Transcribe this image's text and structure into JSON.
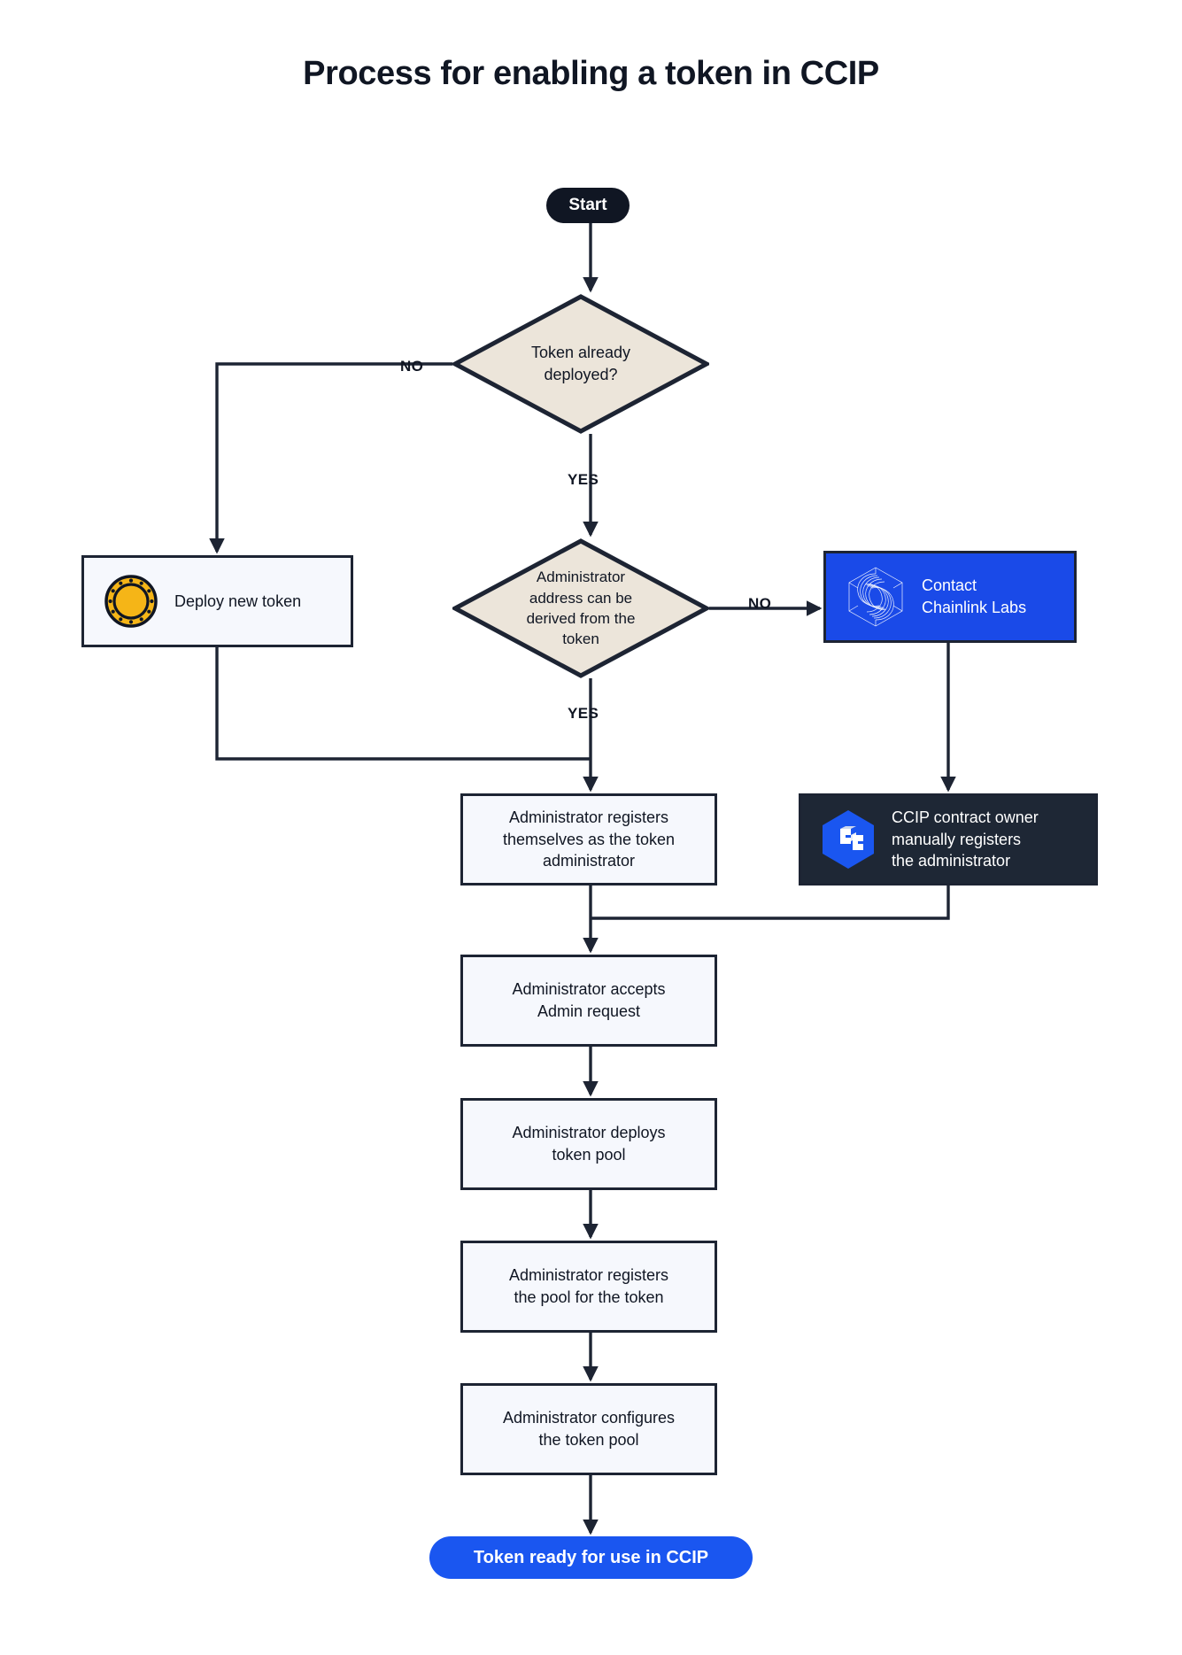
{
  "page": {
    "title": "Process for enabling a token in CCIP",
    "background_color": "#ffffff"
  },
  "colors": {
    "ink": "#101623",
    "stroke": "#1d2433",
    "process_fill": "#f6f8fd",
    "decision_fill": "#ece5da",
    "chainlink_blue": "#1a4ae8",
    "cta_blue": "#1a56f0",
    "dark_navy": "#1e2735",
    "coin_gold": "#f5b517"
  },
  "nodes": {
    "start": {
      "label": "Start",
      "shape": "pill",
      "fill": "#101623",
      "text_color": "#ffffff"
    },
    "token_deployed": {
      "label": "Token already deployed?",
      "lines": [
        "Token already",
        "deployed?"
      ],
      "shape": "diamond",
      "fill": "#ece5da"
    },
    "deploy_token": {
      "label": "Deploy new token",
      "lines": [
        "Deploy new token"
      ],
      "shape": "process",
      "fill": "#f6f8fd",
      "icon": "gold-coin-icon"
    },
    "admin_derived": {
      "label": "Administrator address can be derived from the token",
      "lines": [
        "Administrator",
        "address can be",
        "derived from the",
        "token"
      ],
      "shape": "diamond",
      "fill": "#ece5da"
    },
    "contact_labs": {
      "label": "Contact Chainlink Labs",
      "lines": [
        "Contact",
        "Chainlink Labs"
      ],
      "shape": "process",
      "fill": "#1a4ae8",
      "text_color": "#ffffff",
      "icon": "chainlink-labs-logo-icon"
    },
    "register_admin": {
      "label": "Administrator registers themselves as the token administrator",
      "lines": [
        "Administrator registers",
        "themselves as the token",
        "administrator"
      ],
      "shape": "process",
      "fill": "#f6f8fd"
    },
    "ccip_owner": {
      "label": "CCIP contract owner manually registers the administrator",
      "lines": [
        "CCIP contract owner",
        "manually registers",
        "the administrator"
      ],
      "shape": "process",
      "fill": "#1e2735",
      "text_color": "#ffffff",
      "icon": "ccip-hexagon-logo-icon"
    },
    "accept_admin": {
      "label": "Administrator accepts Admin request",
      "lines": [
        "Administrator accepts",
        "Admin request"
      ],
      "shape": "process",
      "fill": "#f6f8fd"
    },
    "deploy_pool": {
      "label": "Administrator deploys token pool",
      "lines": [
        "Administrator deploys",
        "token pool"
      ],
      "shape": "process",
      "fill": "#f6f8fd"
    },
    "register_pool": {
      "label": "Administrator registers the pool for the token",
      "lines": [
        "Administrator registers",
        "the pool for the token"
      ],
      "shape": "process",
      "fill": "#f6f8fd"
    },
    "configure_pool": {
      "label": "Administrator configures the token pool",
      "lines": [
        "Administrator configures",
        "the token pool"
      ],
      "shape": "process",
      "fill": "#f6f8fd"
    },
    "end": {
      "label": "Token ready for use in CCIP",
      "shape": "pill",
      "fill": "#1a56f0",
      "text_color": "#ffffff"
    }
  },
  "edge_labels": {
    "token_deployed_no": "NO",
    "token_deployed_yes": "YES",
    "admin_derived_no": "NO",
    "admin_derived_yes": "YES"
  },
  "edges": [
    {
      "from": "start",
      "to": "token_deployed",
      "label": ""
    },
    {
      "from": "token_deployed",
      "to": "deploy_token",
      "label": "NO"
    },
    {
      "from": "token_deployed",
      "to": "admin_derived",
      "label": "YES"
    },
    {
      "from": "deploy_token",
      "to": "register_admin",
      "label": ""
    },
    {
      "from": "admin_derived",
      "to": "contact_labs",
      "label": "NO"
    },
    {
      "from": "admin_derived",
      "to": "register_admin",
      "label": "YES"
    },
    {
      "from": "contact_labs",
      "to": "ccip_owner",
      "label": ""
    },
    {
      "from": "ccip_owner",
      "to": "accept_admin",
      "label": ""
    },
    {
      "from": "register_admin",
      "to": "accept_admin",
      "label": ""
    },
    {
      "from": "accept_admin",
      "to": "deploy_pool",
      "label": ""
    },
    {
      "from": "deploy_pool",
      "to": "register_pool",
      "label": ""
    },
    {
      "from": "register_pool",
      "to": "configure_pool",
      "label": ""
    },
    {
      "from": "configure_pool",
      "to": "end",
      "label": ""
    }
  ]
}
